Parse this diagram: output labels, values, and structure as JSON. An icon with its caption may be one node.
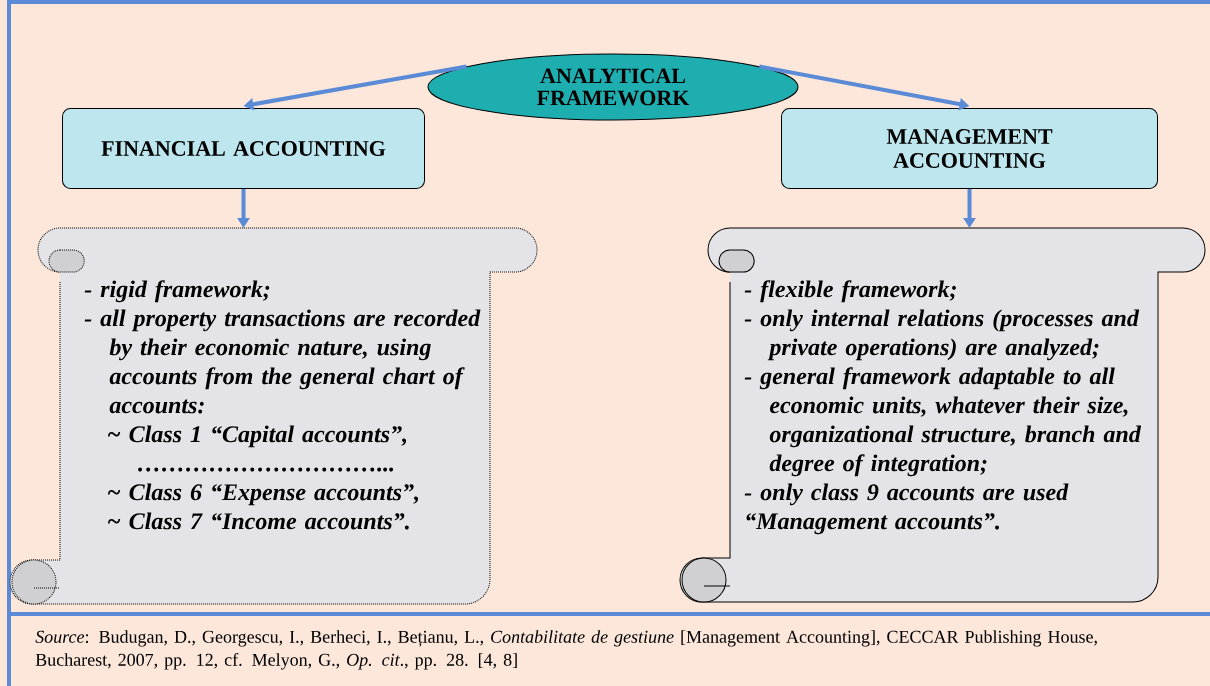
{
  "diagram": {
    "caption": "*Source*: Budugan, D., Georgescu, I., Berheci, I., Bețianu, L., *Contabilitate de gestiune* [Management Accounting], CECCAR Publishing House, Bucharest, 2007, pp. 12, cf. Melyon, G., *Op. cit*., pp. 28. [4, 8]",
    "nodes": [
      {
        "text": [
          "ANALYTICAL FRAMEWORK"
        ]
      },
      {
        "text": [
          "FINANCIAL ACCOUNTING"
        ]
      },
      {
        "text": [
          "MANAGEMENT ACCOUNTING"
        ]
      },
      {
        "text": [
          "- rigid framework;",
          "- all property transactions are recorded by their economic nature, using accounts from the general chart of accounts:",
          "~ Class 1 “Capital accounts”,",
          "…………………………...",
          "~ Class 6 “Expense accounts”,",
          "~ Class 7 “Income accounts”."
        ]
      },
      {
        "text": [
          "- flexible framework;",
          "- only internal relations (processes and private operations) are analyzed;",
          "- general framework adaptable to all economic units, whatever their size, organizational structure, branch and degree of integration;",
          "- only class 9 accounts are used “Management accounts”."
        ]
      }
    ],
    "edges": [
      {
        "from": 0,
        "to": 1,
        "arrow": "to"
      },
      {
        "from": 0,
        "to": 2,
        "arrow": "to"
      },
      {
        "from": 1,
        "to": 3,
        "arrow": "to"
      },
      {
        "from": 2,
        "to": 4,
        "arrow": "to"
      }
    ]
  }
}
